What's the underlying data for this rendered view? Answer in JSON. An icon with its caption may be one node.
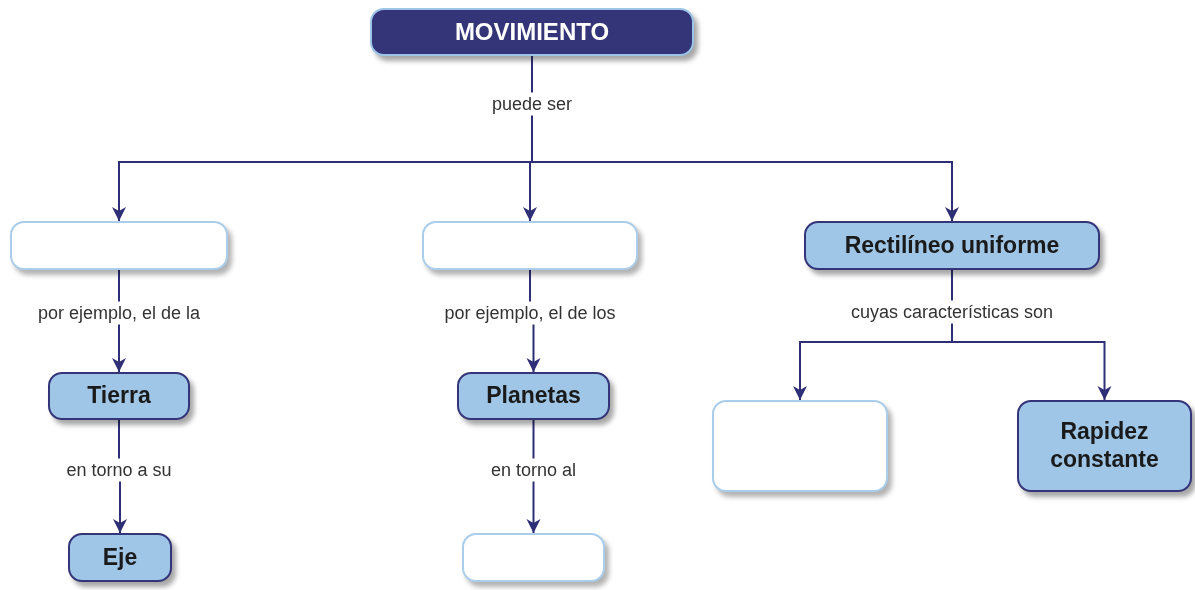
{
  "diagram": {
    "nodes": [
      {
        "text": [
          "MOVIMIENTO"
        ]
      },
      {
        "text": [],
        "shape": "box"
      },
      {
        "text": [],
        "shape": "box"
      },
      {
        "text": [
          "Rectilíneo uniforme"
        ]
      },
      {
        "text": [
          "Tierra"
        ]
      },
      {
        "text": [
          "Planetas"
        ]
      },
      {
        "text": [],
        "shape": "box"
      },
      {
        "text": [
          "Rapidez constante"
        ]
      },
      {
        "text": [
          "Eje"
        ]
      },
      {
        "text": [],
        "shape": "box"
      }
    ],
    "edges": [
      {
        "from": 0,
        "to": 1,
        "arrow": "to"
      },
      {
        "from": 0,
        "to": 2,
        "arrow": "to",
        "label": "puede ser"
      },
      {
        "from": 0,
        "to": 3,
        "arrow": "to"
      },
      {
        "from": 1,
        "to": 4,
        "arrow": "to",
        "label": "por ejemplo, el de la"
      },
      {
        "from": 2,
        "to": 5,
        "arrow": "to",
        "label": "por ejemplo, el de los"
      },
      {
        "from": 3,
        "to": 6,
        "arrow": "to",
        "label": "cuyas características son"
      },
      {
        "from": 3,
        "to": 7,
        "arrow": "to"
      },
      {
        "from": 4,
        "to": 8,
        "arrow": "to",
        "label": "en torno a su"
      },
      {
        "from": 5,
        "to": 9,
        "arrow": "to",
        "label": "en torno al"
      }
    ]
  }
}
